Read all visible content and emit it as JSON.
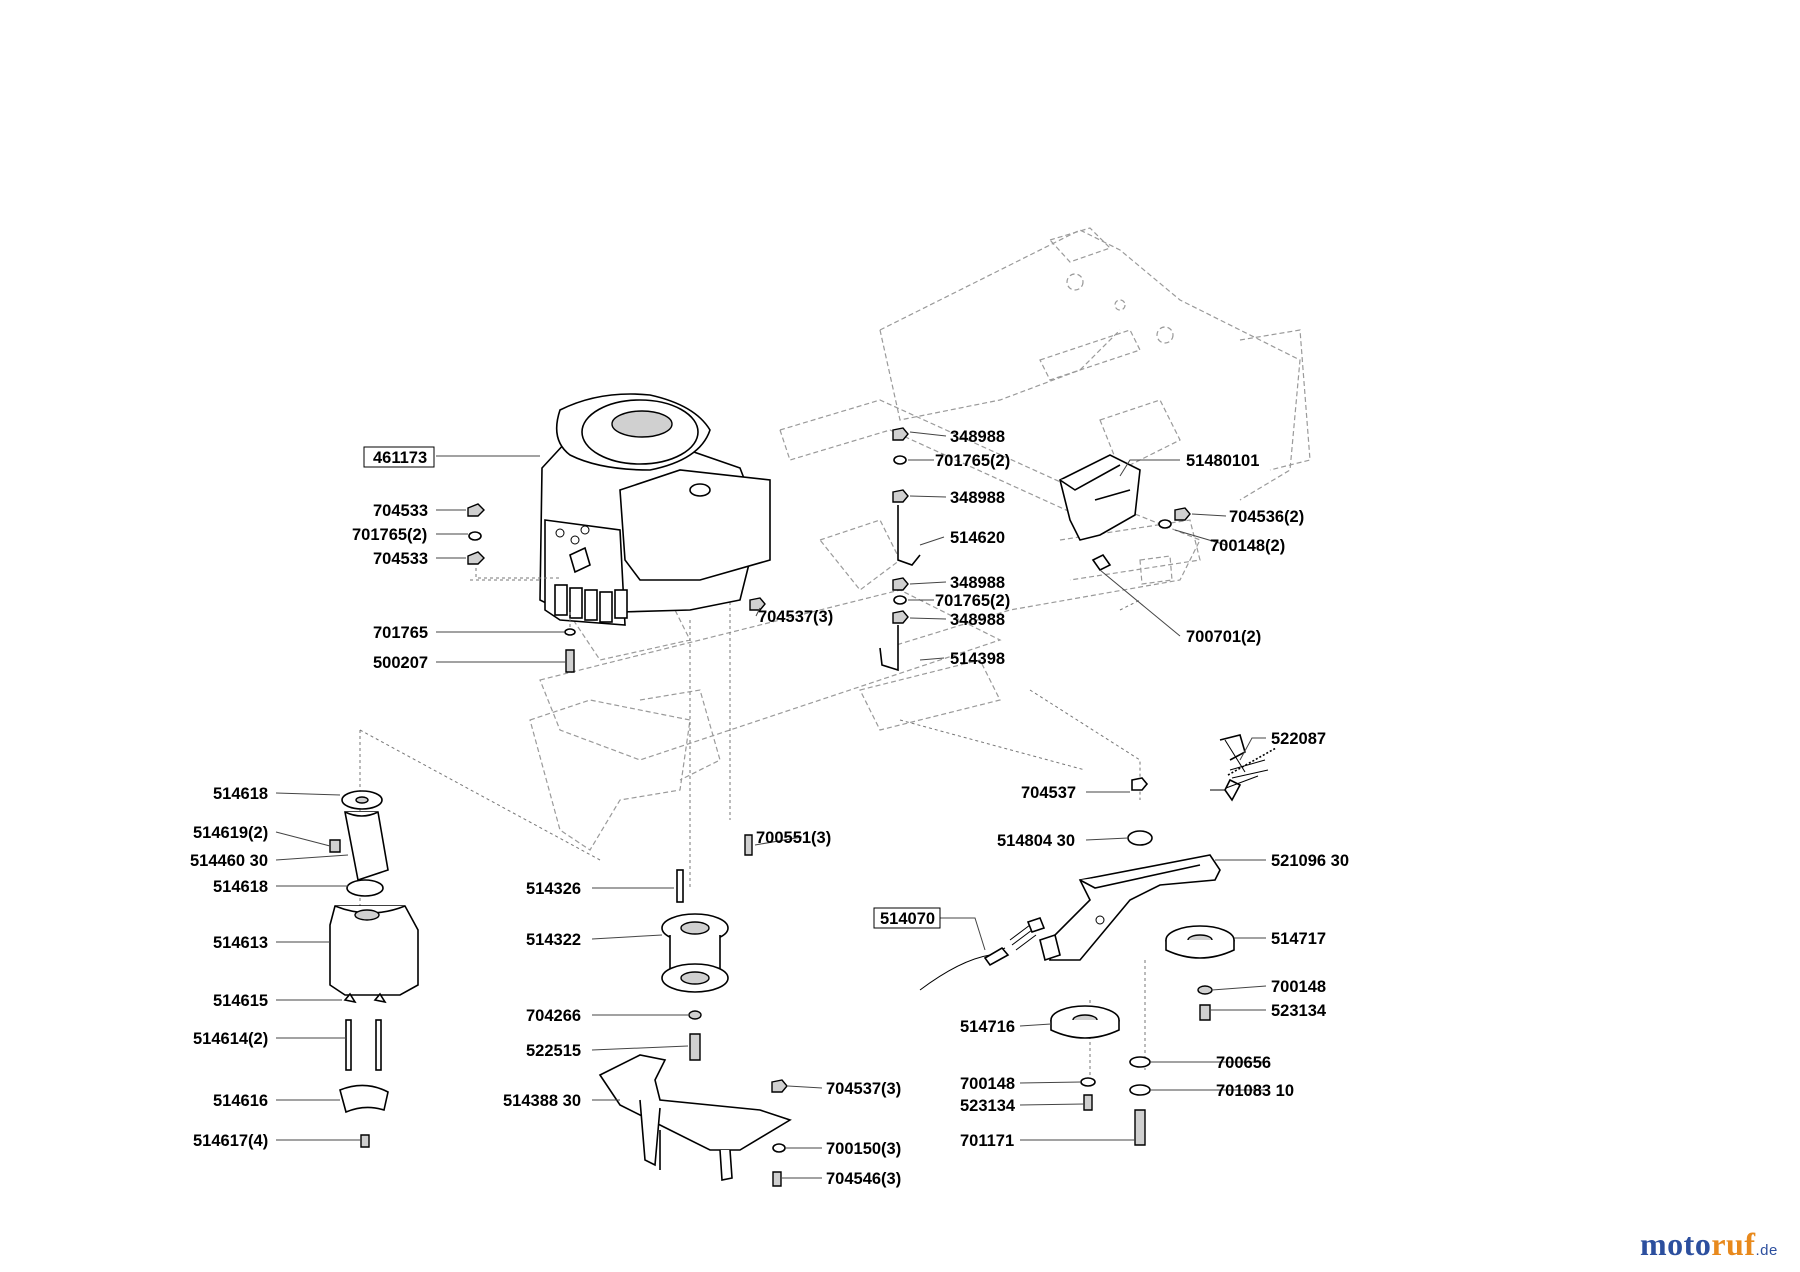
{
  "diagram": {
    "labels": {
      "p461173": "461173",
      "p704533a": "704533",
      "p701765_2a": "701765(2)",
      "p704533b": "704533",
      "p701765": "701765",
      "p500207": "500207",
      "p348988a": "348988",
      "p701765_2b": "701765(2)",
      "p348988b": "348988",
      "p514620": "514620",
      "p348988c": "348988",
      "p701765_2c": "701765(2)",
      "p348988d": "348988",
      "p514398": "514398",
      "p704537_3a": "704537(3)",
      "p51480101": "51480101",
      "p704536_2": "704536(2)",
      "p700148_2": "700148(2)",
      "p700701_2": "700701(2)",
      "p514618a": "514618",
      "p514619_2": "514619(2)",
      "p514460_30": "514460 30",
      "p514618b": "514618",
      "p514613": "514613",
      "p514615": "514615",
      "p514614_4": "514614(2)",
      "p514616": "514616",
      "p514617_4": "514617(4)",
      "p700551_3": "700551(3)",
      "p514326": "514326",
      "p514322": "514322",
      "p704266": "704266",
      "p522515": "522515",
      "p514388_30": "514388 30",
      "p704537_3b": "704537(3)",
      "p700150_3": "700150(3)",
      "p704546_3": "704546(3)",
      "p522087": "522087",
      "p704537": "704537",
      "p514804_30": "514804 30",
      "p521096_30": "521096 30",
      "p514070": "514070",
      "p514717": "514717",
      "p700148a": "700148",
      "p523134a": "523134",
      "p514716": "514716",
      "p700656": "700656",
      "p700148b": "700148",
      "p701083_10": "701083 10",
      "p523134b": "523134",
      "p701171": "701171"
    }
  },
  "watermark": {
    "part1": "moto",
    "part2": "ruf",
    "suffix": ".de",
    "colors": {
      "blue": "#2c4f9e",
      "orange": "#e8891c"
    }
  }
}
